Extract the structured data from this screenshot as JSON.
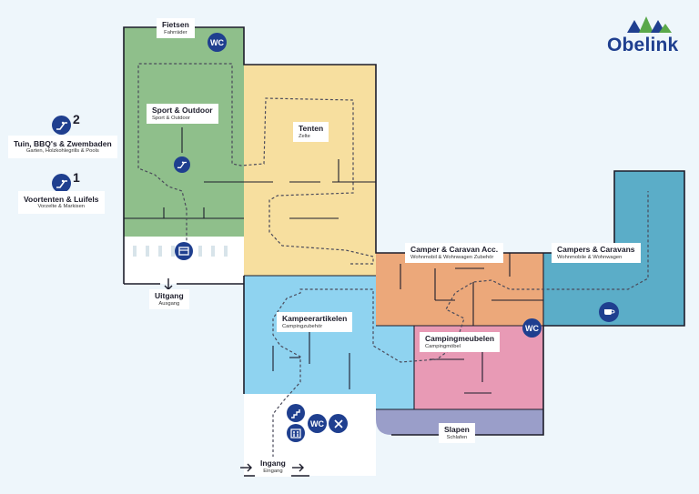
{
  "brand": {
    "name": "Obelink"
  },
  "zones": {
    "fietsen": {
      "title": "Fietsen",
      "subtitle": "Fahrräder"
    },
    "sport": {
      "title": "Sport & Outdoor",
      "subtitle": "Sport & Outdoor"
    },
    "tenten": {
      "title": "Tenten",
      "subtitle": "Zelte"
    },
    "camper_acc": {
      "title": "Camper & Caravan Acc.",
      "subtitle": "Wohnmobil & Wohnwagen Zubehör"
    },
    "campers": {
      "title": "Campers & Caravans",
      "subtitle": "Wohnmobile & Wohnwagen"
    },
    "kampeer": {
      "title": "Kampeerartikelen",
      "subtitle": "Campingzubehör"
    },
    "meubelen": {
      "title": "Campingmeubelen",
      "subtitle": "Campingmöbel"
    },
    "slapen": {
      "title": "Slapen",
      "subtitle": "Schlafen"
    }
  },
  "floors": [
    {
      "number": "2",
      "title": "Tuin, BBQ's & Zwembaden",
      "subtitle": "Garten, Holzkohlegrills & Pools"
    },
    {
      "number": "1",
      "title": "Voortenten & Luifels",
      "subtitle": "Vorzelte & Markisen"
    }
  ],
  "exits": {
    "uitgang": {
      "title": "Uitgang",
      "subtitle": "Ausgang"
    },
    "ingang": {
      "title": "Ingang",
      "subtitle": "Eingang"
    }
  },
  "facilities": {
    "wc_label": "WC"
  },
  "colors": {
    "green": "#8fbf8b",
    "yellow": "#f7df9f",
    "orange": "#eca87a",
    "teal": "#5badc8",
    "lightblue": "#8fd3f0",
    "pink": "#e89ab5",
    "lavender": "#9a9ec9",
    "navy": "#1f3f8f"
  }
}
